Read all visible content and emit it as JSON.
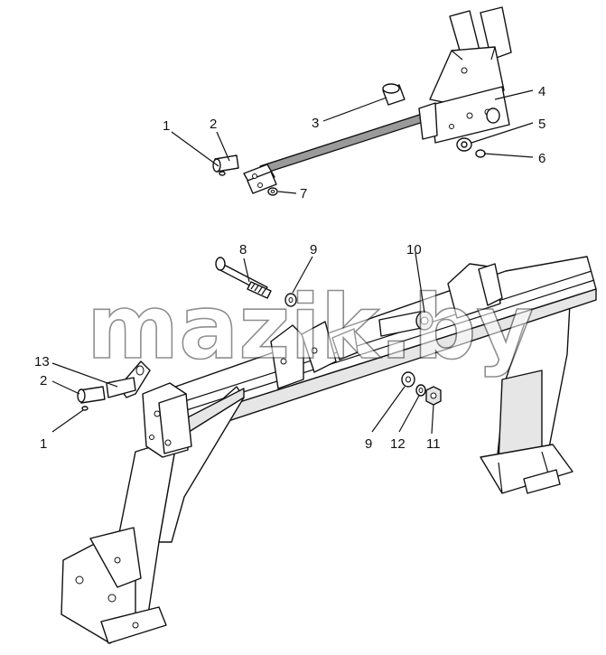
{
  "watermark": "mazik.by",
  "callouts": {
    "c1_top": "1",
    "c2_top": "2",
    "c3": "3",
    "c4": "4",
    "c5": "5",
    "c6": "6",
    "c7": "7",
    "c8": "8",
    "c9_mid": "9",
    "c10": "10",
    "c13": "13",
    "c2_low": "2",
    "c1_low": "1",
    "c9_low": "9",
    "c12": "12",
    "c11": "11"
  }
}
